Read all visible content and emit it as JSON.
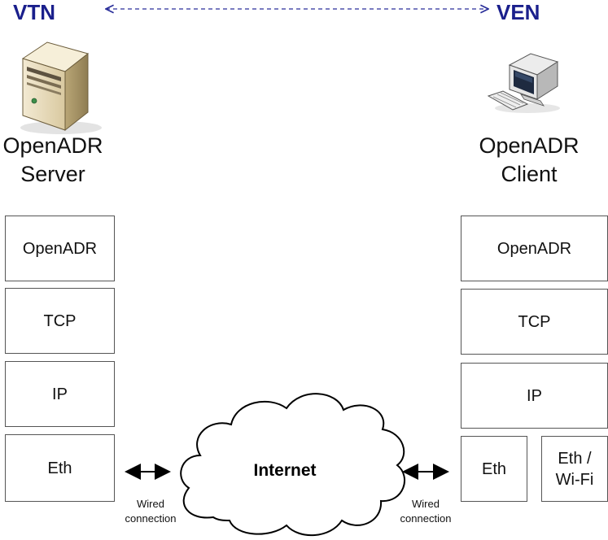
{
  "roles": {
    "vtn": "VTN",
    "ven": "VEN"
  },
  "server": {
    "label_line1": "OpenADR",
    "label_line2": "Server",
    "icon": "server-tower-icon"
  },
  "client": {
    "label_line1": "OpenADR",
    "label_line2": "Client",
    "icon": "desktop-computer-icon"
  },
  "server_stack": [
    "OpenADR",
    "TCP",
    "IP",
    "Eth"
  ],
  "client_stack": {
    "openadr": "OpenADR",
    "tcp": "TCP",
    "ip": "IP",
    "eth": "Eth",
    "eth_wifi_line1": "Eth /",
    "eth_wifi_line2": "Wi-Fi"
  },
  "internet": "Internet",
  "left_link": {
    "line1": "Wired",
    "line2": "connection"
  },
  "right_link": {
    "line1": "Wired",
    "line2": "connection"
  },
  "colors": {
    "role_title": "#1a1f8c",
    "dashed_arrow": "#2a2f9a"
  }
}
